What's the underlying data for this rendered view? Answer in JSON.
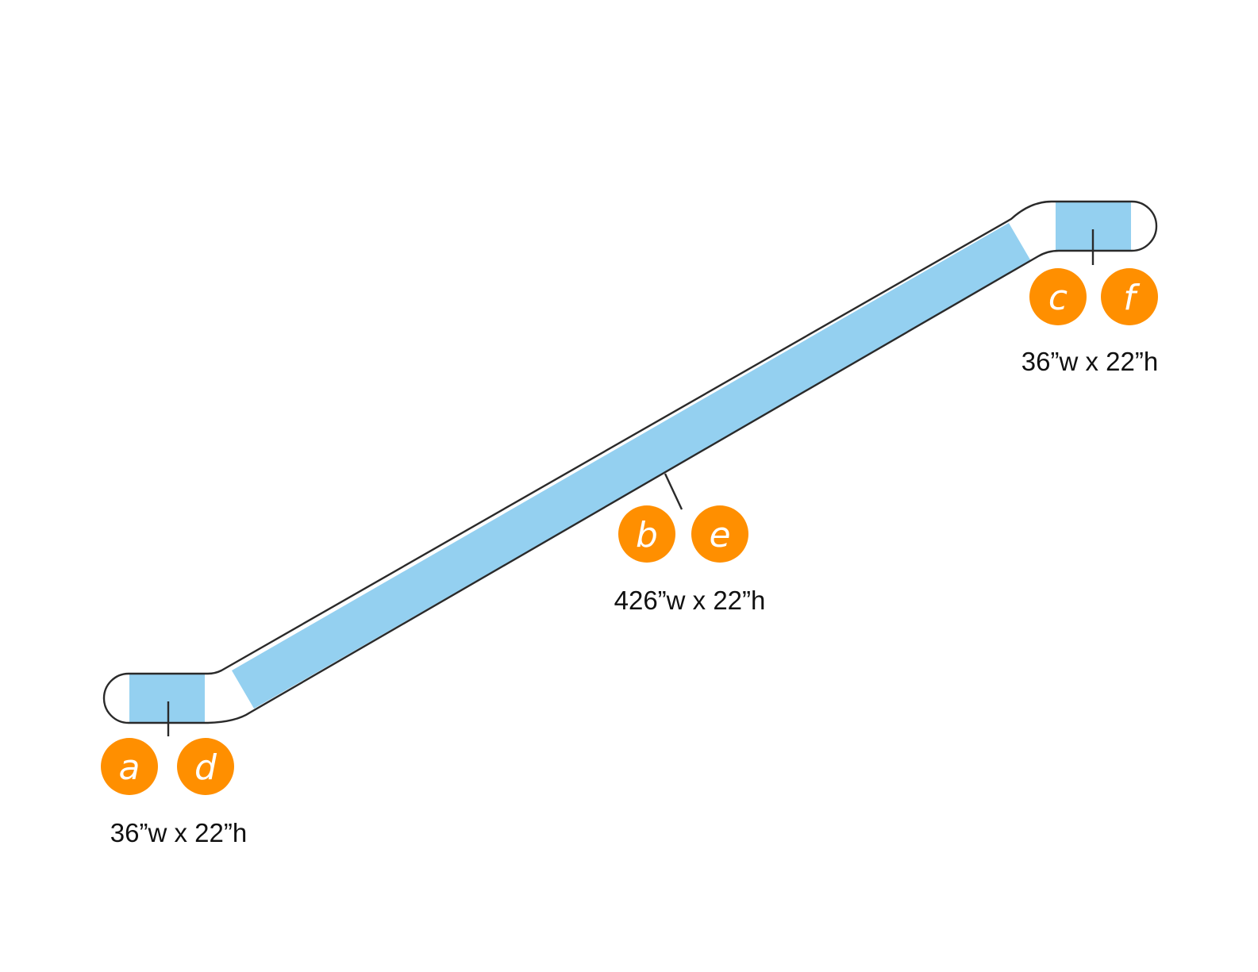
{
  "colors": {
    "panel_fill": "#94d0f0",
    "outline": "#2a2a2a",
    "badge": "#ff8f00",
    "badge_text": "#ffffff",
    "label_text": "#111111"
  },
  "panels": {
    "bottom": {
      "badges": [
        "a",
        "d"
      ],
      "dimension": "36”w x 22”h"
    },
    "middle": {
      "badges": [
        "b",
        "e"
      ],
      "dimension": "426”w x 22”h"
    },
    "top": {
      "badges": [
        "c",
        "f"
      ],
      "dimension": "36”w x 22”h"
    }
  }
}
